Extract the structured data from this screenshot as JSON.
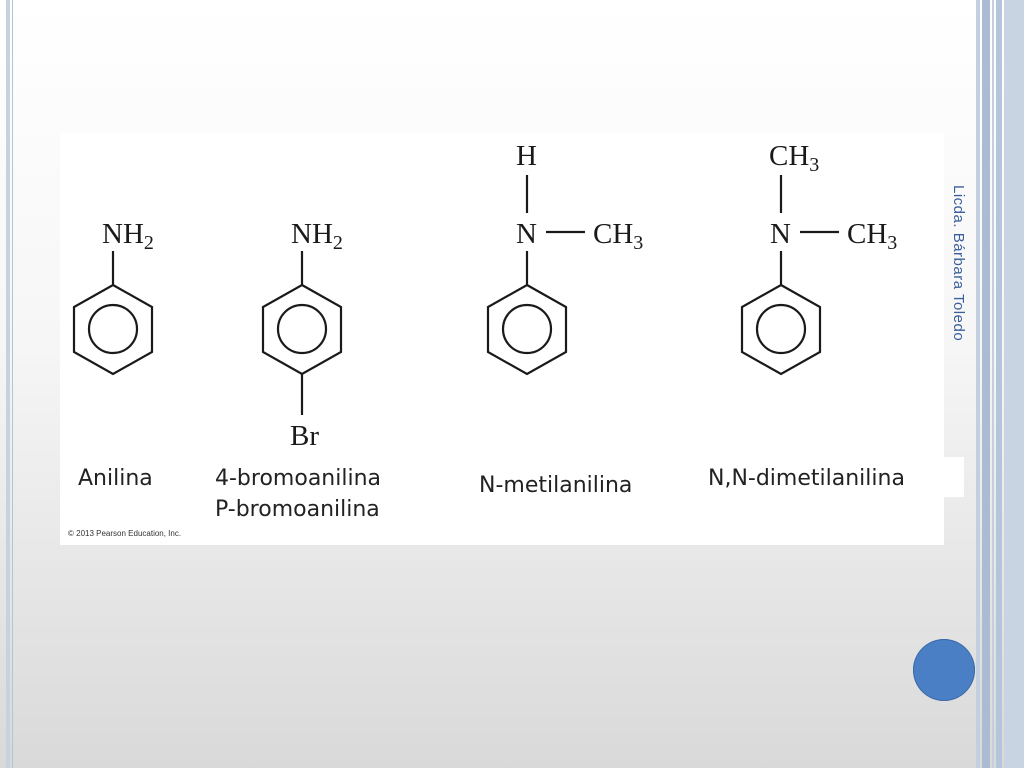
{
  "structures": {
    "aniline": {
      "substituent": "NH",
      "substituent_sub": "2"
    },
    "bromoaniline": {
      "substituent": "NH",
      "substituent_sub": "2",
      "para": "Br"
    },
    "methylaniline": {
      "top": "H",
      "n": "N",
      "right": "CH",
      "right_sub": "3"
    },
    "dimethylaniline": {
      "top": "CH",
      "top_sub": "3",
      "n": "N",
      "right": "CH",
      "right_sub": "3"
    }
  },
  "labels": {
    "anilina": "Anilina",
    "bromo_1": "4-bromoanilina",
    "bromo_2": "P-bromoanilina",
    "metil": "N-metilanilina",
    "dimetil": "N,N-dimetilanilina"
  },
  "copyright": "© 2013 Pearson Education, Inc.",
  "author": "Licda. Bárbara Toledo",
  "colors": {
    "accent": "#4a7fc6",
    "author_text": "#3a5f9a",
    "frame": "#a9bcd3"
  }
}
